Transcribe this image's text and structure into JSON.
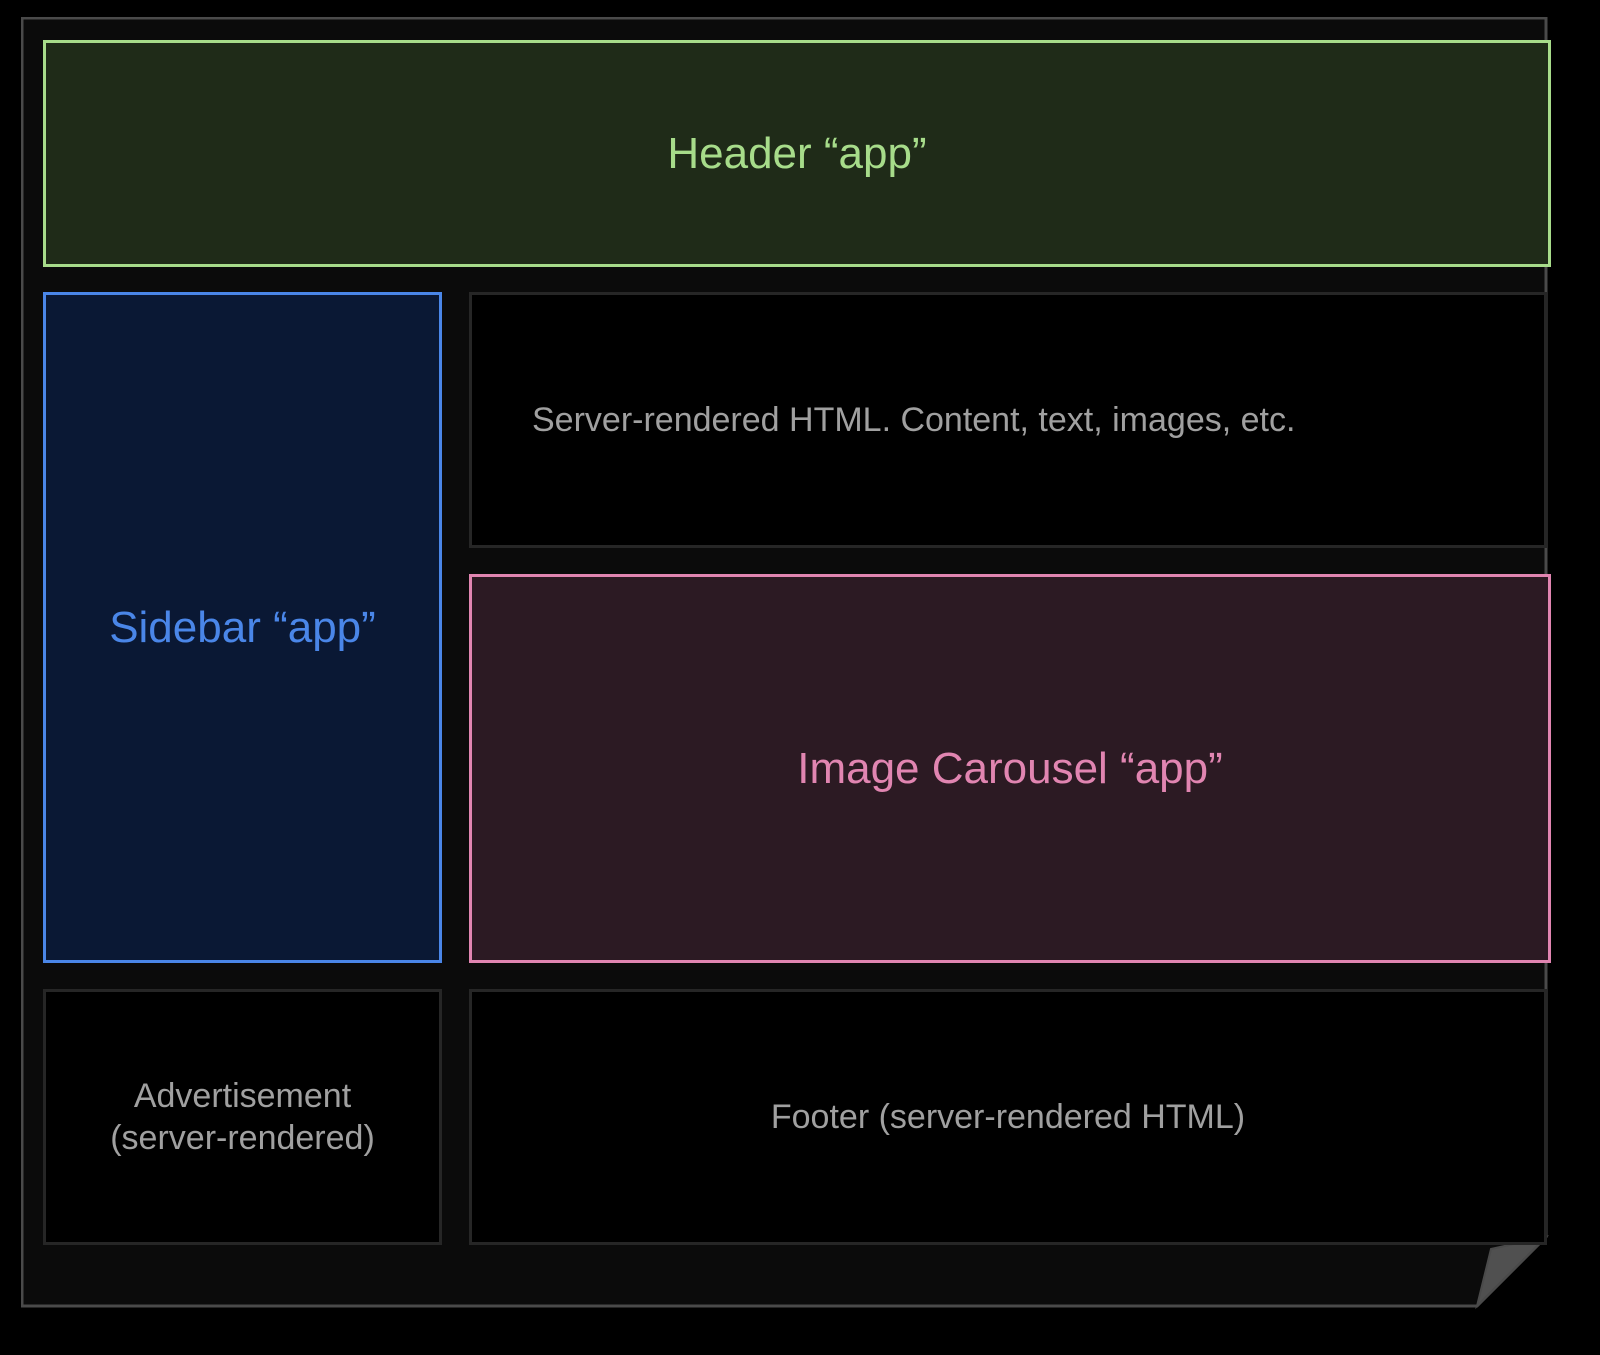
{
  "header": {
    "label": "Header “app”"
  },
  "sidebar": {
    "label": "Sidebar “app”"
  },
  "content": {
    "label": "Server-rendered HTML. Content, text, images, etc."
  },
  "carousel": {
    "label": "Image Carousel “app”"
  },
  "advertisement": {
    "line1": "Advertisement",
    "line2": "(server-rendered)"
  },
  "footer": {
    "label": "Footer (server-rendered HTML)"
  },
  "colors": {
    "header_accent": "#a7dc8a",
    "sidebar_accent": "#4a86e8",
    "carousel_accent": "#e185b1",
    "server_text": "#a0a0a0"
  }
}
